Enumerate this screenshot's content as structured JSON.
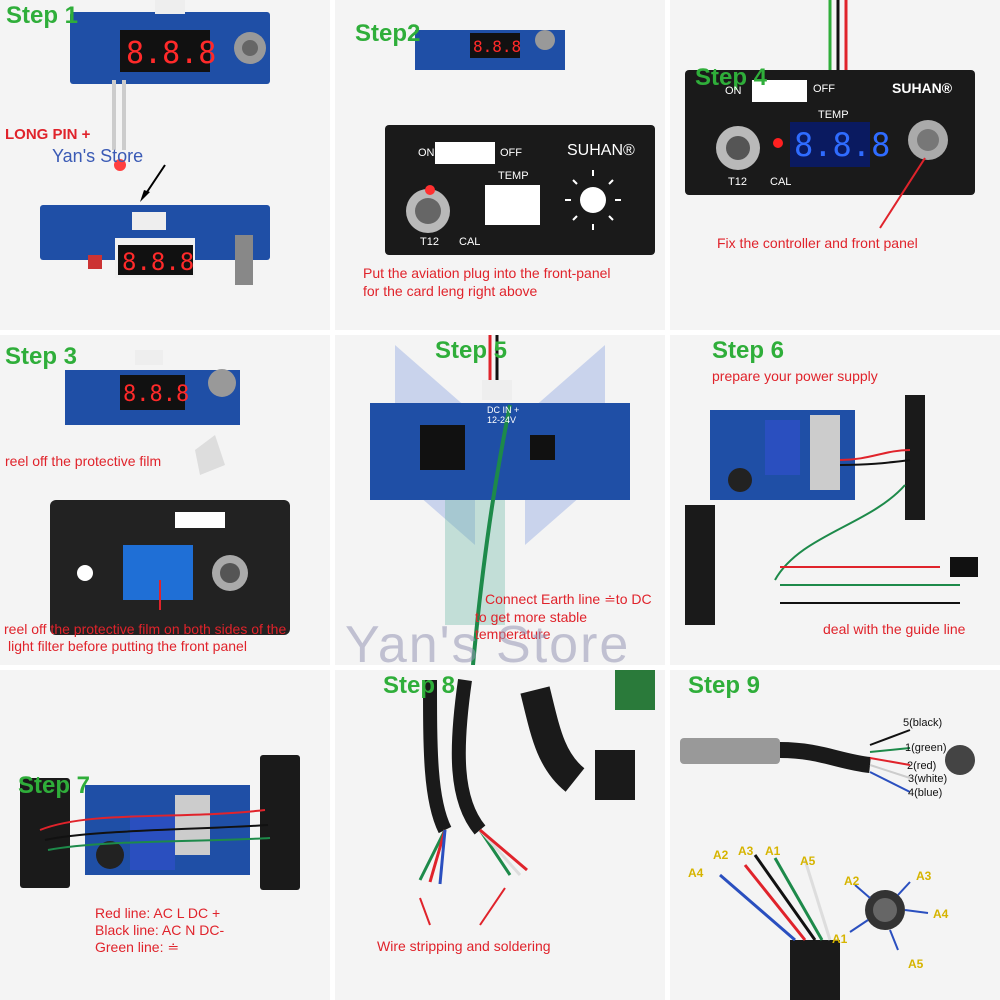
{
  "steps": {
    "s1": "Step 1",
    "s2": "Step2",
    "s3": "Step 3",
    "s4": "Step 4",
    "s5": "Step 5",
    "s6": "Step 6",
    "s7": "Step 7",
    "s8": "Step 8",
    "s9": "Step 9"
  },
  "panel1": {
    "long_pin": "LONG PIN +",
    "store": "Yan's Store"
  },
  "panel2": {
    "on": "ON",
    "off": "OFF",
    "brand": "SUHAN®",
    "temp": "TEMP",
    "t12": "T12",
    "cal": "CAL",
    "note_line1": "Put the aviation plug into the front-panel",
    "note_line2": "for the card leng right above"
  },
  "panel3": {
    "note1": "reel off the protective film",
    "note2_line1": "reel off the protective film on both sides of the",
    "note2_line2": "light filter before putting the front panel"
  },
  "panel4": {
    "on": "ON",
    "off": "OFF",
    "brand": "SUHAN®",
    "temp": "TEMP",
    "display": "8.8.8",
    "t12": "T12",
    "cal": "CAL",
    "note": "Fix the controller and front panel"
  },
  "panel5": {
    "dc_in": "DC IN +",
    "volts": "12-24V",
    "note_line1": "Connect Earth line ≐to DC",
    "note_line2": "to get more stable temperature"
  },
  "panel6": {
    "subtitle": "prepare your power supply",
    "note": "deal with the guide line"
  },
  "panel7": {
    "red_line": "Red line: AC  L  DC  +",
    "black_line": "Black line: AC  N  DC-",
    "green_line": "Green line:  ≐"
  },
  "panel8": {
    "note": "Wire stripping and soldering"
  },
  "panel9": {
    "pins": [
      "5(black)",
      "1(green)",
      "2(red)",
      "3(white)",
      "4(blue)"
    ],
    "wire_labels": [
      "A2",
      "A3",
      "A1",
      "A4",
      "A5"
    ],
    "connector_labels": [
      "A2",
      "A3",
      "A4",
      "A1",
      "A5"
    ]
  },
  "watermark": "Yan's Store",
  "colors": {
    "step_green": "#2fae3a",
    "note_red": "#e0232b",
    "pcb_blue": "#1f4fa6",
    "panel_black": "#1a1a1a",
    "label_yellow": "#d6b400"
  }
}
